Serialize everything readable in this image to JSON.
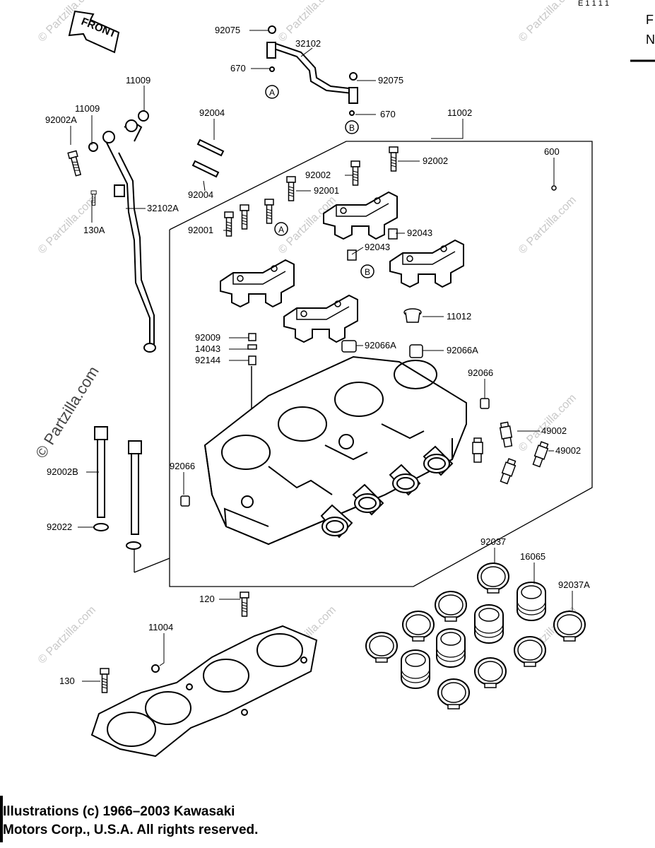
{
  "header": {
    "top_fragment": "E 1 1 1 1",
    "right_edge_letters": [
      "F",
      "N"
    ]
  },
  "front_marker": "FRONT",
  "callouts": [
    {
      "id": "92075a",
      "text": "92075"
    },
    {
      "id": "32102",
      "text": "32102"
    },
    {
      "id": "670a",
      "text": "670"
    },
    {
      "id": "92075b",
      "text": "92075"
    },
    {
      "id": "670b",
      "text": "670"
    },
    {
      "id": "11009a",
      "text": "11009"
    },
    {
      "id": "11009b",
      "text": "11009"
    },
    {
      "id": "92002A",
      "text": "92002A"
    },
    {
      "id": "92004a",
      "text": "92004"
    },
    {
      "id": "92004b",
      "text": "92004"
    },
    {
      "id": "11002",
      "text": "11002"
    },
    {
      "id": "600",
      "text": "600"
    },
    {
      "id": "92002a",
      "text": "92002"
    },
    {
      "id": "92002b",
      "text": "92002"
    },
    {
      "id": "92001a",
      "text": "92001"
    },
    {
      "id": "32102A",
      "text": "32102A"
    },
    {
      "id": "130A",
      "text": "130A"
    },
    {
      "id": "92001b",
      "text": "92001"
    },
    {
      "id": "92043a",
      "text": "92043"
    },
    {
      "id": "92043b",
      "text": "92043"
    },
    {
      "id": "11012",
      "text": "11012"
    },
    {
      "id": "92009",
      "text": "92009"
    },
    {
      "id": "14043",
      "text": "14043"
    },
    {
      "id": "92144",
      "text": "92144"
    },
    {
      "id": "92066A_a",
      "text": "92066A"
    },
    {
      "id": "92066A_b",
      "text": "92066A"
    },
    {
      "id": "92066a",
      "text": "92066"
    },
    {
      "id": "49002a",
      "text": "49002"
    },
    {
      "id": "49002b",
      "text": "49002"
    },
    {
      "id": "92002B",
      "text": "92002B"
    },
    {
      "id": "92066b",
      "text": "92066"
    },
    {
      "id": "92022",
      "text": "92022"
    },
    {
      "id": "92037",
      "text": "92037"
    },
    {
      "id": "16065",
      "text": "16065"
    },
    {
      "id": "92037A",
      "text": "92037A"
    },
    {
      "id": "120",
      "text": "120"
    },
    {
      "id": "11004",
      "text": "11004"
    },
    {
      "id": "130",
      "text": "130"
    }
  ],
  "ref_markers": {
    "a": "A",
    "b": "B"
  },
  "watermark": "© Partzilla.com",
  "copyright": {
    "line1": "Illustrations (c) 1966–2003 Kawasaki",
    "line2": "Motors Corp., U.S.A.  All rights reserved."
  }
}
